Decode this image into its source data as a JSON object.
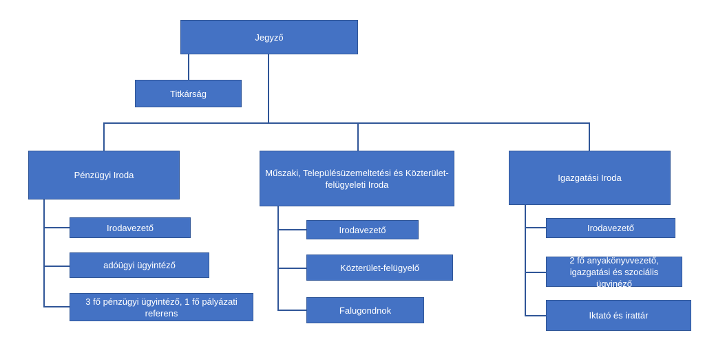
{
  "colors": {
    "box": "#4472c4",
    "border": "#2f5597",
    "text": "#ffffff"
  },
  "top": {
    "title": "Jegyző",
    "assistant": "Titkárság"
  },
  "offices": [
    {
      "name": "Pénzügyi Iroda",
      "staff": [
        "Irodavezető",
        "adóügyi ügyintéző",
        "3 fő pénzügyi ügyintéző, 1 fő pályázati referens"
      ]
    },
    {
      "name": "Műszaki, Településüzemeltetési és Közterület-felügyeleti Iroda",
      "staff": [
        "Irodavezető",
        "Közterület-felügyelő",
        "Falugondnok"
      ]
    },
    {
      "name": "Igazgatási Iroda",
      "staff": [
        "Irodavezető",
        "2 fő anyakönyvvezető, igazgatási és szociális ügyinéző",
        "Iktató és irattár"
      ]
    }
  ]
}
